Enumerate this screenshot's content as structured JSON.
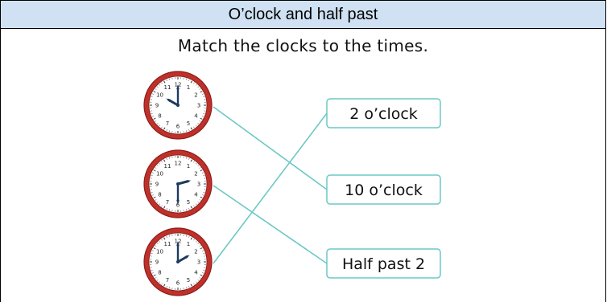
{
  "header": {
    "title": "O’clock and half past"
  },
  "worksheet": {
    "instruction": "Match the clocks to the times.",
    "clocks": [
      {
        "time": "10:00",
        "hour_deg": 300,
        "minute_deg": 0
      },
      {
        "time": "2:30",
        "hour_deg": 75,
        "minute_deg": 180
      },
      {
        "time": "2:00",
        "hour_deg": 60,
        "minute_deg": 0
      }
    ],
    "clock_numerals": [
      "12",
      "1",
      "2",
      "3",
      "4",
      "5",
      "6",
      "7",
      "8",
      "9",
      "10",
      "11"
    ],
    "times": [
      {
        "label": "2 o’clock"
      },
      {
        "label": "10 o’clock"
      },
      {
        "label": "Half past 2"
      }
    ],
    "matches": [
      {
        "clock": 0,
        "time": 1
      },
      {
        "clock": 1,
        "time": 2
      },
      {
        "clock": 2,
        "time": 0
      }
    ]
  },
  "colors": {
    "header_bg": "#cfe1f3",
    "clock_rim": "#c0302a",
    "hand": "#1e3a5f",
    "box_border": "#6cc8c6",
    "line": "#6cc8c6"
  }
}
